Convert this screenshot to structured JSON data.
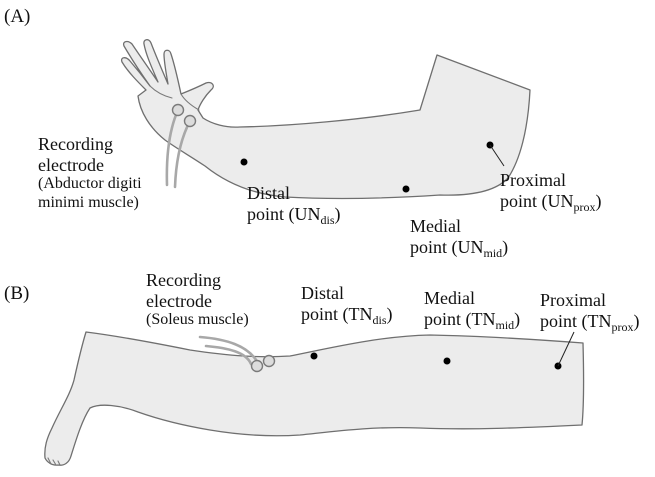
{
  "panel_a": {
    "label": "(A)",
    "electrode_line1": "Recording",
    "electrode_line2": "electrode",
    "muscle_line1": "(Abductor digiti",
    "muscle_line2": "minimi muscle)",
    "distal": {
      "line1": "Distal",
      "prefix": "point (UN",
      "sub": "dis",
      "suffix": ")"
    },
    "medial": {
      "line1": "Medial",
      "prefix": "point (UN",
      "sub": "mid",
      "suffix": ")"
    },
    "proximal": {
      "line1": "Proximal",
      "prefix": "point (UN",
      "sub": "prox",
      "suffix": ")"
    }
  },
  "panel_b": {
    "label": "(B)",
    "electrode_line1": "Recording",
    "electrode_line2": "electrode",
    "muscle": "(Soleus muscle)",
    "distal": {
      "line1": "Distal",
      "prefix": "point (TN",
      "sub": "dis",
      "suffix": ")"
    },
    "medial": {
      "line1": "Medial",
      "prefix": "point (TN",
      "sub": "mid",
      "suffix": ")"
    },
    "proximal": {
      "line1": "Proximal",
      "prefix": "point (TN",
      "sub": "prox",
      "suffix": ")"
    }
  }
}
